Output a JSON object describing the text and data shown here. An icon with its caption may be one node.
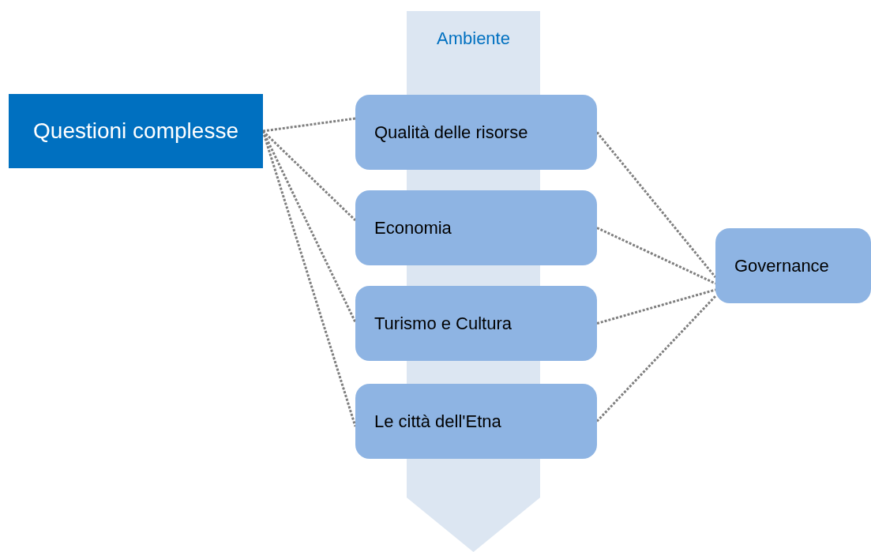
{
  "diagram": {
    "nodes": [
      {
        "text": [
          "Questioni complesse"
        ]
      },
      {
        "text": [
          "Ambiente"
        ]
      },
      {
        "text": [
          "Qualità delle risorse"
        ]
      },
      {
        "text": [
          "Economia"
        ]
      },
      {
        "text": [
          "Turismo e Cultura"
        ]
      },
      {
        "text": [
          "Le città dell'Etna"
        ]
      },
      {
        "text": [
          "Governance"
        ]
      }
    ],
    "edges": [
      {
        "from": 0,
        "to": 2,
        "arrow": "none",
        "style": "dashed"
      },
      {
        "from": 0,
        "to": 3,
        "arrow": "none",
        "style": "dashed"
      },
      {
        "from": 0,
        "to": 4,
        "arrow": "none",
        "style": "dashed"
      },
      {
        "from": 0,
        "to": 5,
        "arrow": "none",
        "style": "dashed"
      },
      {
        "from": 2,
        "to": 6,
        "arrow": "none",
        "style": "dashed"
      },
      {
        "from": 3,
        "to": 6,
        "arrow": "none",
        "style": "dashed"
      },
      {
        "from": 4,
        "to": 6,
        "arrow": "none",
        "style": "dashed"
      },
      {
        "from": 5,
        "to": 6,
        "arrow": "none",
        "style": "dashed"
      }
    ]
  }
}
